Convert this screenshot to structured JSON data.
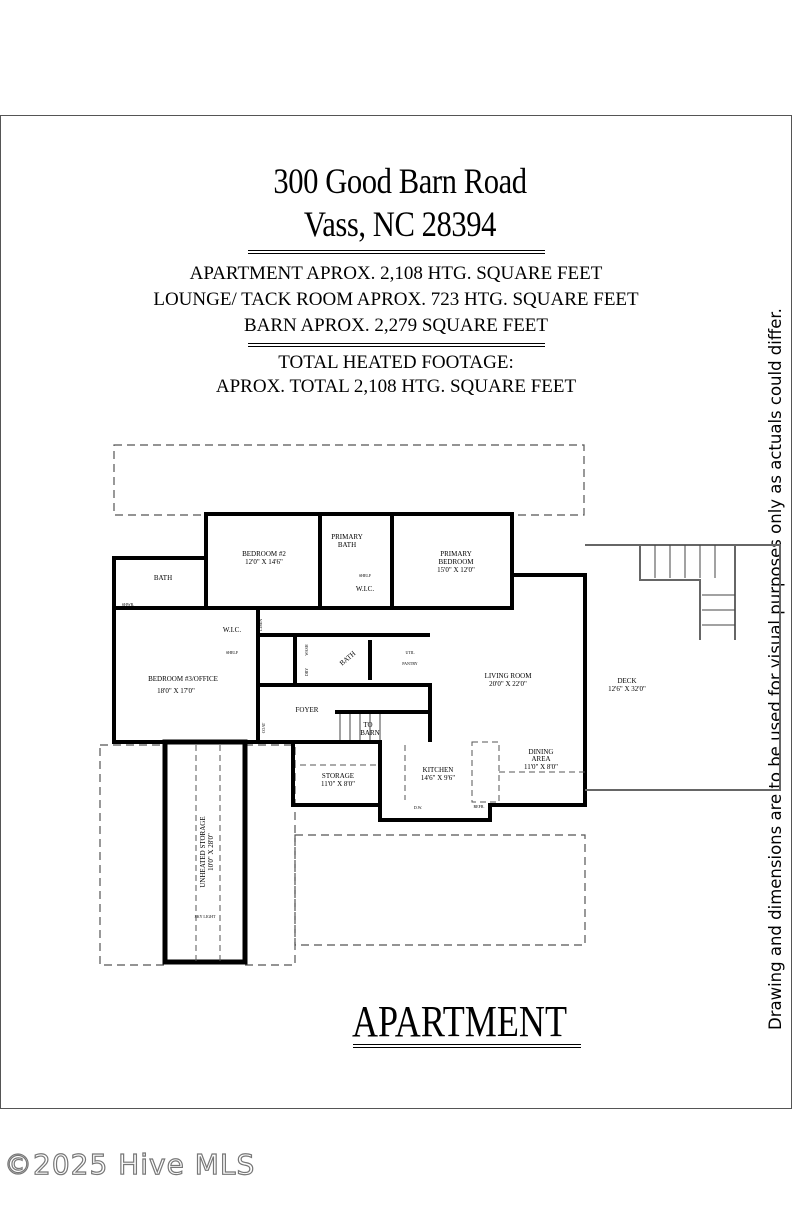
{
  "header": {
    "address_line1": "300 Good Barn Road",
    "address_line2": "Vass, NC 28394",
    "area_lines": [
      "APARTMENT APROX. 2,108 HTG. SQUARE FEET",
      "LOUNGE/ TACK ROOM APROX. 723 HTG. SQUARE FEET",
      "BARN APROX. 2,279 SQUARE FEET"
    ],
    "total_label": "TOTAL HEATED FOOTAGE:",
    "total_value": "APROX. TOTAL 2,108 HTG. SQUARE FEET"
  },
  "rooms": {
    "bedroom2": {
      "name": "BEDROOM #2",
      "size": "12'0\" X 14'6\""
    },
    "primary_bath": {
      "name1": "PRIMARY",
      "name2": "BATH"
    },
    "primary_bedroom": {
      "name1": "PRIMARY",
      "name2": "BEDROOM",
      "size": "15'0\" X 12'0\""
    },
    "bath": {
      "name": "BATH"
    },
    "wic_left": {
      "name": "W.I.C."
    },
    "wic_primary": {
      "name": "W.I.C."
    },
    "bedroom3": {
      "name": "BEDROOM #3/OFFICE",
      "size": "18'0\" X 17'0\""
    },
    "hall_bath": {
      "name": "BATH"
    },
    "foyer": {
      "name": "FOYER"
    },
    "to_barn": {
      "line1": "TO",
      "line2": "BARN"
    },
    "living": {
      "name": "LIVING ROOM",
      "size": "20'0\" X 22'0\""
    },
    "dining": {
      "name1": "DINING",
      "name2": "AREA",
      "size": "11'0\" X 8'0\""
    },
    "kitchen": {
      "name": "KITCHEN",
      "size": "14'6\" X 9'6\""
    },
    "storage": {
      "name": "STORAGE",
      "size": "11'0\" X 8'0\""
    },
    "unheated": {
      "name": "UNHEATED STORAGE",
      "size": "10'0\" X 28'0\""
    },
    "deck": {
      "name": "DECK",
      "size": "12'6\" X 32'0\""
    }
  },
  "fixtures": {
    "shwr": "SHWR.",
    "shelf": "SHELF",
    "linen": "LINEN",
    "wash": "WASH",
    "dry": "DRY",
    "util": "UTIL",
    "pantry": "PANTRY",
    "coat": "COAT",
    "dw": "D.W.",
    "refr": "REFR.",
    "sky_light": "SKY LIGHT"
  },
  "footer": {
    "plan_title": "APARTMENT",
    "disclaimer": "Drawing and dimensions are to be used for visual purposes only as actuals could differ.",
    "watermark": "©2025 Hive MLS"
  }
}
